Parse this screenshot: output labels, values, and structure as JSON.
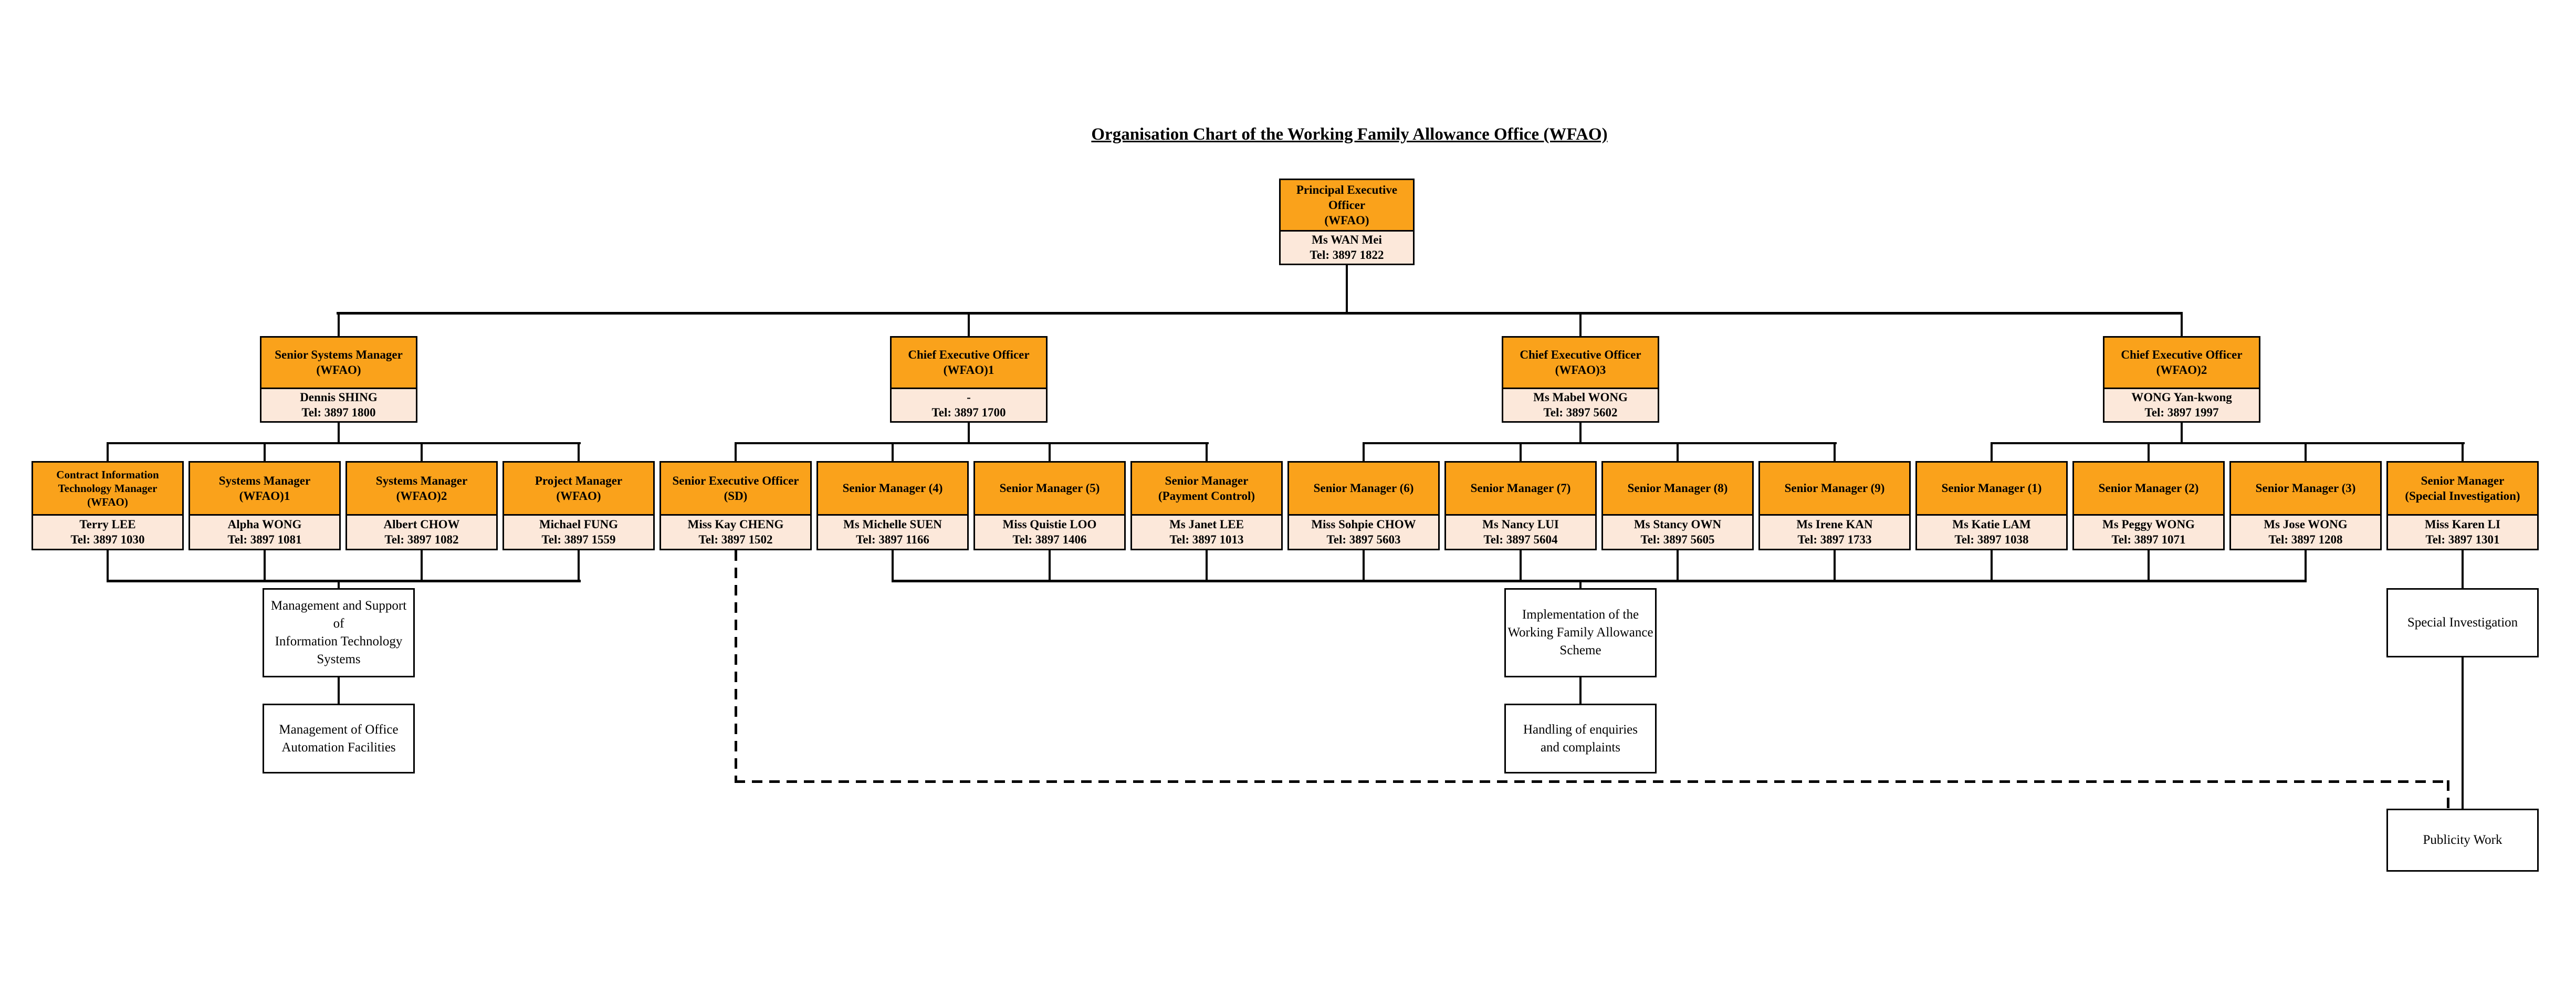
{
  "title": "Organisation Chart of the Working Family Allowance Office (WFAO)",
  "colors": {
    "header_fill": "#FAA21B",
    "body_fill": "#FCE8DA",
    "line": "#000000",
    "background": "#FFFFFF"
  },
  "root": {
    "title": "Principal Executive\nOfficer\n(WFAO)",
    "name": "Ms WAN Mei",
    "tel": "Tel: 3897 1822"
  },
  "level2": [
    {
      "title": "Senior Systems Manager\n(WFAO)",
      "name": "Dennis SHING",
      "tel": "Tel: 3897 1800",
      "children": [
        0,
        1,
        2,
        3
      ]
    },
    {
      "title": "Chief Executive Officer\n(WFAO)1",
      "name": "-",
      "tel": "Tel: 3897 1700",
      "children": [
        4,
        5,
        6,
        7
      ]
    },
    {
      "title": "Chief Executive Officer\n(WFAO)3",
      "name": "Ms Mabel WONG",
      "tel": "Tel: 3897 5602",
      "children": [
        8,
        9,
        10,
        11
      ]
    },
    {
      "title": "Chief Executive Officer\n(WFAO)2",
      "name": "WONG Yan-kwong",
      "tel": "Tel: 3897 1997",
      "children": [
        12,
        13,
        14,
        15
      ]
    }
  ],
  "level3": [
    {
      "title": "Contract Information\nTechnology Manager\n(WFAO)",
      "name": "Terry LEE",
      "tel": "Tel: 3897 1030"
    },
    {
      "title": "Systems Manager\n(WFAO)1",
      "name": "Alpha WONG",
      "tel": "Tel: 3897 1081"
    },
    {
      "title": "Systems Manager\n(WFAO)2",
      "name": "Albert CHOW",
      "tel": "Tel: 3897 1082"
    },
    {
      "title": "Project Manager\n(WFAO)",
      "name": "Michael FUNG",
      "tel": "Tel: 3897 1559"
    },
    {
      "title": "Senior Executive Officer\n(SD)",
      "name": "Miss Kay CHENG",
      "tel": "Tel: 3897 1502"
    },
    {
      "title": "Senior Manager (4)",
      "name": "Ms Michelle SUEN",
      "tel": "Tel: 3897 1166"
    },
    {
      "title": "Senior Manager (5)",
      "name": "Miss Quistie LOO",
      "tel": "Tel: 3897 1406"
    },
    {
      "title": "Senior Manager\n(Payment Control)",
      "name": "Ms Janet LEE",
      "tel": "Tel: 3897 1013"
    },
    {
      "title": "Senior Manager (6)",
      "name": "Miss Sohpie CHOW",
      "tel": "Tel: 3897 5603"
    },
    {
      "title": "Senior Manager (7)",
      "name": "Ms Nancy LUI",
      "tel": "Tel: 3897 5604"
    },
    {
      "title": "Senior Manager (8)",
      "name": "Ms Stancy OWN",
      "tel": "Tel: 3897 5605"
    },
    {
      "title": "Senior Manager (9)",
      "name": "Ms Irene KAN",
      "tel": "Tel: 3897 1733"
    },
    {
      "title": "Senior Manager (1)",
      "name": "Ms Katie LAM",
      "tel": "Tel: 3897 1038"
    },
    {
      "title": "Senior Manager (2)",
      "name": "Ms Peggy WONG",
      "tel": "Tel: 3897 1071"
    },
    {
      "title": "Senior Manager (3)",
      "name": "Ms Jose WONG",
      "tel": "Tel: 3897 1208"
    },
    {
      "title": "Senior Manager\n(Special Investigation)",
      "name": "Miss Karen LI",
      "tel": "Tel: 3897 1301"
    }
  ],
  "functions": {
    "it_systems": "Management and Support of\nInformation Technology\nSystems",
    "office_automation": "Management of Office\nAutomation Facilities",
    "scheme_implementation": "Implementation of the\nWorking Family Allowance\nScheme",
    "enquiries": "Handling of enquiries\nand complaints",
    "special_investigation": "Special Investigation",
    "publicity": "Publicity Work"
  }
}
